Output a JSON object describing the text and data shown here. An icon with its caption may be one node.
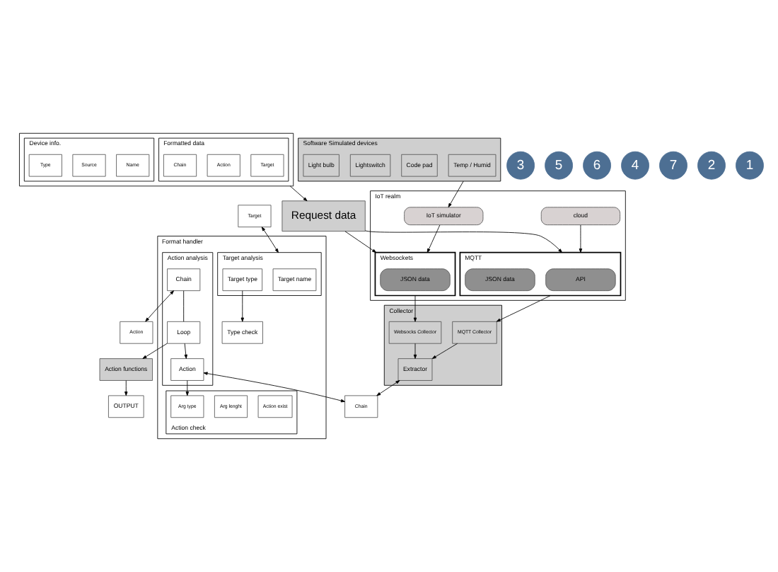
{
  "diagram": {
    "nodes": [
      {
        "text": [
          "IoT realm"
        ]
      },
      {
        "text": [
          "cloud"
        ],
        "in": 0
      },
      {
        "text": [
          "MQTT"
        ],
        "in": 0
      },
      {
        "text": [
          "API"
        ],
        "in": 2
      },
      {
        "text": [
          "JSON data"
        ],
        "in": 2
      },
      {
        "text": [
          "Websockets"
        ],
        "in": 0
      },
      {
        "text": [
          "JSON data"
        ],
        "in": 5
      },
      {
        "text": [
          "IoT simulator"
        ],
        "in": 0
      },
      {
        "text": [
          "3"
        ]
      },
      {
        "text": [
          "Format handler"
        ]
      },
      {
        "text": [
          "Type check"
        ],
        "in": 9
      },
      {
        "text": [
          "Target analysis"
        ],
        "in": 9
      },
      {
        "text": [
          "Target name"
        ],
        "in": 11
      },
      {
        "text": [
          "Target type"
        ],
        "in": 11
      },
      {
        "text": [
          "5"
        ]
      },
      {
        "text": [
          "Action check"
        ],
        "in": 9
      },
      {
        "text": [
          "Action exist"
        ],
        "in": 15
      },
      {
        "text": [
          "Arg lenght"
        ],
        "in": 15
      },
      {
        "text": [
          "Arg type"
        ],
        "in": 15
      },
      {
        "text": [
          "Action analysis"
        ],
        "in": 9
      },
      {
        "text": [
          "Chain"
        ],
        "in": 19
      },
      {
        "text": [
          "Loop"
        ],
        "in": 19
      },
      {
        "text": [
          "Action"
        ],
        "in": 19
      },
      {
        "text": [
          "6"
        ]
      },
      {
        "text": [
          "Target"
        ]
      },
      {
        "text": [
          "Action"
        ]
      },
      {
        "text": [
          "Chain"
        ]
      },
      {
        "text": [
          "Collector"
        ]
      },
      {
        "text": [
          "MQTT Collector"
        ],
        "in": 27
      },
      {
        "text": [
          "Websocks Collector"
        ],
        "in": 27
      },
      {
        "text": [
          "Extractor"
        ],
        "in": 27
      },
      {
        "text": [
          "4"
        ]
      },
      {
        "text": [
          "Action functions"
        ]
      },
      {
        "text": [
          "OUTPUT"
        ]
      },
      {
        "text": [
          "7"
        ]
      },
      {
        "text": [
          "Request data"
        ]
      },
      {
        "text": [
          "2"
        ]
      },
      {
        "text": [
          "Software Simulated devices"
        ]
      },
      {
        "text": [
          "Temp / Humid"
        ],
        "in": 37
      },
      {
        "text": [
          "Code pad"
        ],
        "in": 37
      },
      {
        "text": [
          "Lightswitch"
        ],
        "in": 37
      },
      {
        "text": [
          "Light bulb"
        ],
        "in": 37
      },
      {
        "text": [],
        "shape": "box"
      },
      {
        "text": [
          "Formatted data"
        ],
        "in": 42
      },
      {
        "text": [
          "Target"
        ],
        "in": 43
      },
      {
        "text": [
          "Action"
        ],
        "in": 43
      },
      {
        "text": [
          "Chain"
        ],
        "in": 43
      },
      {
        "text": [
          "Device info."
        ],
        "in": 42
      },
      {
        "text": [
          "Name"
        ],
        "in": 47
      },
      {
        "text": [
          "Source"
        ],
        "in": 47
      },
      {
        "text": [
          "Type"
        ],
        "in": 47
      },
      {
        "text": [
          "1"
        ]
      }
    ],
    "edges": [
      {
        "from": 1,
        "to": 2,
        "arrow": "to"
      },
      {
        "from": 7,
        "to": 5,
        "arrow": "to"
      },
      {
        "from": 2,
        "to": 28,
        "arrow": "to"
      },
      {
        "from": 5,
        "to": 29,
        "arrow": "to"
      },
      {
        "from": 37,
        "to": 7,
        "arrow": "to"
      },
      {
        "from": 28,
        "to": 30,
        "arrow": "to"
      },
      {
        "from": 29,
        "to": 30,
        "arrow": "to"
      },
      {
        "from": 30,
        "to": 26,
        "arrow": "both"
      },
      {
        "from": 24,
        "to": 11,
        "arrow": "both"
      },
      {
        "from": 13,
        "to": 10,
        "arrow": "to"
      },
      {
        "from": 20,
        "to": 25,
        "arrow": "both"
      },
      {
        "from": 20,
        "to": 21,
        "arrow": "none"
      },
      {
        "from": 21,
        "to": 22,
        "arrow": "to"
      },
      {
        "from": 22,
        "to": 18,
        "arrow": "to"
      },
      {
        "from": 22,
        "to": 26,
        "arrow": "both"
      },
      {
        "from": 21,
        "to": 32,
        "arrow": "to"
      },
      {
        "from": 32,
        "to": 33,
        "arrow": "to"
      },
      {
        "from": 42,
        "to": 35,
        "arrow": "to"
      },
      {
        "from": 35,
        "to": 2,
        "arrow": "to"
      },
      {
        "from": 35,
        "to": 5,
        "arrow": "to"
      }
    ]
  }
}
